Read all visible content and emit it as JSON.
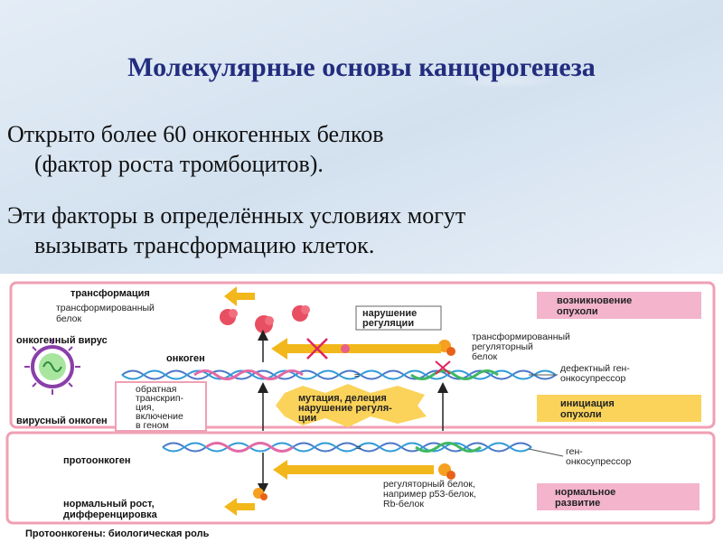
{
  "slide": {
    "title": "Молекулярные основы канцерогенеза",
    "p1_line1": "Открыто  более 60 онкогенных белков",
    "p1_line2": "(фактор роста тромбоцитов).",
    "p2_line1": "Эти факторы в определённых условиях могут",
    "p2_line2": "вызывать трансформацию клеток."
  },
  "diagram": {
    "transformation": "трансформация",
    "transformed_protein": [
      "трансформированный",
      "белок"
    ],
    "oncogenic_virus": "онкогенный вирус",
    "oncogene": "онкоген",
    "reverse_transcription": [
      "обратная",
      "транскрип-",
      "ция,",
      "включение",
      "в геном"
    ],
    "viral_oncogene": "вирусный онкоген",
    "regulation_failure": [
      "нарушение",
      "регуляции"
    ],
    "mutation_box": [
      "мутация, делеция",
      "нарушение регуля-",
      "ции"
    ],
    "transformed_regulatory_protein": [
      "трансформированный",
      "регуляторный",
      "белок"
    ],
    "defective_gene": [
      "дефектный ген-",
      "онкосупрессор"
    ],
    "tumor_emergence": [
      "возникновение",
      "опухоли"
    ],
    "tumor_initiation": [
      "инициация",
      "опухоли"
    ],
    "protooncogene": "протоонкоген",
    "suppressor_gene": [
      "ген-",
      "онкосупрессор"
    ],
    "regulatory_protein": [
      "регуляторный белок,",
      "например p53-белок,",
      "Rb-белок"
    ],
    "normal_growth": [
      "нормальный рост,",
      "дифференцировка"
    ],
    "normal_development": [
      "нормальное",
      "развитие"
    ],
    "caption": "Протоонкогены: биологическая роль"
  },
  "colors": {
    "title": "#232d7e",
    "frame": "#f0a0b4",
    "arrow": "#f2b71a",
    "dna_blue": "#4a76c8",
    "dna_pink": "#e36aa6",
    "box_pink": "#f3b4cc",
    "box_yellow": "#fbd35a"
  }
}
